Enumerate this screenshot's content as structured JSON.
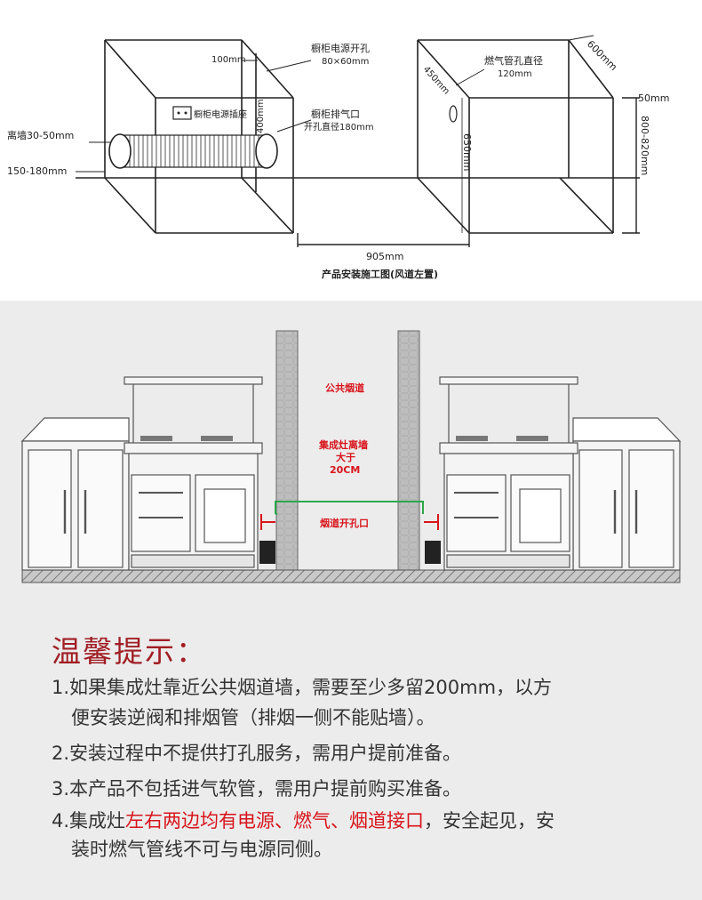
{
  "top": {
    "dim_100mm": "100mm",
    "power_hole": "橱柜电源开孔",
    "power_hole_size": "80×60mm",
    "wall_gap": "离墙30-50mm",
    "socket": "橱柜电源插座",
    "dim_400mm": "400mm",
    "exhaust_hole": "橱柜排气口",
    "exhaust_hole_size": "开孔直径180mm",
    "dim_150_180": "150-180mm",
    "dim_905": "905mm",
    "caption": "产品安装施工图(风道左置)",
    "gas_hole": "燃气管孔直径",
    "gas_hole_size": "120mm",
    "dim_450": "450mm",
    "dim_600": "600mm",
    "dim_50": "50mm",
    "dim_650": "650mm",
    "dim_800_820": "800-820mm"
  },
  "bottom": {
    "public_flue": "公共烟道",
    "gap_line1": "集成灶离墙",
    "gap_line2": "大于",
    "gap_line3": "20CM",
    "flue_hole": "烟道开孔口"
  },
  "tips": {
    "title": "温馨提示：",
    "t1_a": "1.如果集成灶靠近公共烟道墙，需要至少多留200mm，以方",
    "t1_b": "便安装逆阀和排烟管（排烟一侧不能贴墙）。",
    "t2": "2.安装过程中不提供打孔服务，需用户提前准备。",
    "t3": "3.本产品不包括进气软管，需用户提前购买准备。",
    "t4_pre": "4.集成灶",
    "t4_hl": "左右两边均有电源、燃气、烟道接口",
    "t4_post": "，安全起见，安",
    "t4_b": "装时燃气管线不可与电源同侧。"
  },
  "colors": {
    "accent_red": "#d8141b",
    "title_red": "#a01e24",
    "pipe_green": "#2aa84a"
  }
}
